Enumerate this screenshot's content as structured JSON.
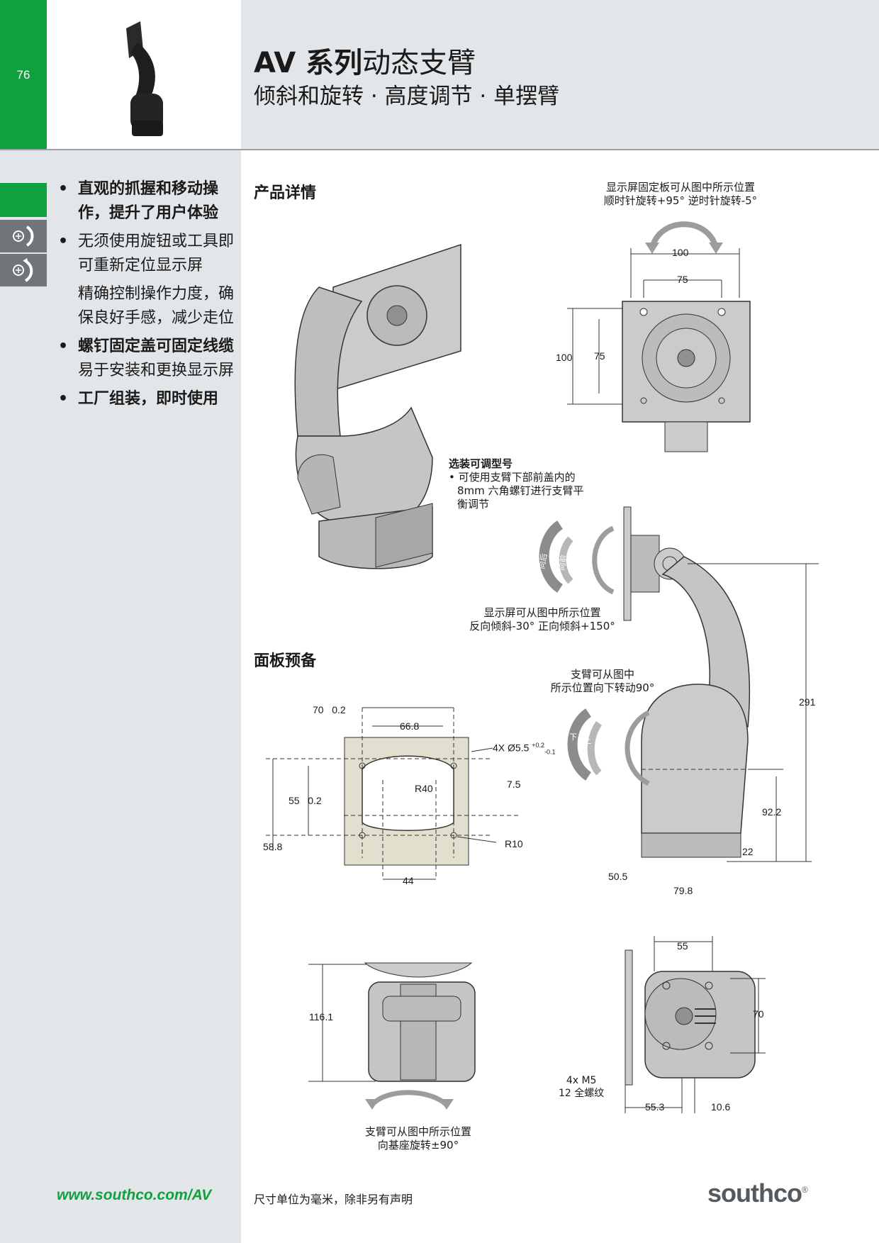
{
  "header": {
    "page_number": "76",
    "title_bold": "AV 系列",
    "title_rest": "动态支臂",
    "subtitle": "倾斜和旋转 · 高度调节 · 单摆臂"
  },
  "features": [
    {
      "bold": "直观的抓握和移动操作，提升了用户体验"
    },
    {
      "text": "无须使用旋钮或工具即可重新定位显示屏"
    },
    {
      "text": "精确控制操作力度，确保良好手感，减少走位"
    },
    {
      "bold": "螺钉固定盖可固定线缆",
      "text": "易于安装和更换显示屏"
    },
    {
      "bold": "工厂组装，即时使用"
    }
  ],
  "sections": {
    "product_details": "产品详情",
    "panel_prep": "面板预备"
  },
  "notes": {
    "plate_rotation_1": "显示屏固定板可从图中所示位置",
    "plate_rotation_2": "顺时针旋转+95° 逆时针旋转-5°",
    "adjustable_title": "选装可调型号",
    "adjustable_1": "• 可使用支臂下部前盖内的",
    "adjustable_2": "8mm 六角螺钉进行支臂平",
    "adjustable_3": "衡调节",
    "tilt_1": "显示屏可从图中所示位置",
    "tilt_2": "反向倾斜-30° 正向倾斜+150°",
    "arm_down_1": "支臂可从图中",
    "arm_down_2": "所示位置向下转动90°",
    "base_rot_1": "支臂可从图中所示位置",
    "base_rot_2": "向基座旋转±90°",
    "screw_1": "4x M5",
    "screw_2": "12 全螺纹",
    "tilt_arrow_back": "向后",
    "tilt_arrow_fwd": "向前",
    "arm_arrow_down": "下",
    "arm_arrow_up": "上"
  },
  "dimensions": {
    "vesa_100_w": "100",
    "vesa_75_w": "75",
    "vesa_100_h": "100",
    "vesa_75_h": "75",
    "height_291": "291",
    "h_92_2": "92.2",
    "h_22": "22",
    "w_50_5": "50.5",
    "w_79_8": "79.8",
    "panel_70": "70",
    "panel_70_tol": "0.2",
    "panel_66_8": "66.8",
    "panel_holes": "4X Ø5.5",
    "panel_holes_tol_plus": "+0.2",
    "panel_holes_tol_minus": "-0.1",
    "panel_r40": "R40",
    "panel_7_5": "7.5",
    "panel_55": "55",
    "panel_55_tol": "0.2",
    "panel_58_8": "58.8",
    "panel_r10": "R10",
    "panel_44": "44",
    "front_116_1": "116.1",
    "back_55": "55",
    "back_70": "70",
    "back_55_3": "55.3",
    "back_10_6": "10.6"
  },
  "footer": {
    "url": "www.southco.com/AV",
    "units_note": "尺寸单位为毫米，除非另有声明",
    "brand": "southco",
    "brand_mark": "®"
  },
  "colors": {
    "brand_green": "#10a040",
    "sidebar_gray": "#e3e6e8",
    "part_gray": "#c9cbcd",
    "panel_tan": "#e3dfcf"
  }
}
